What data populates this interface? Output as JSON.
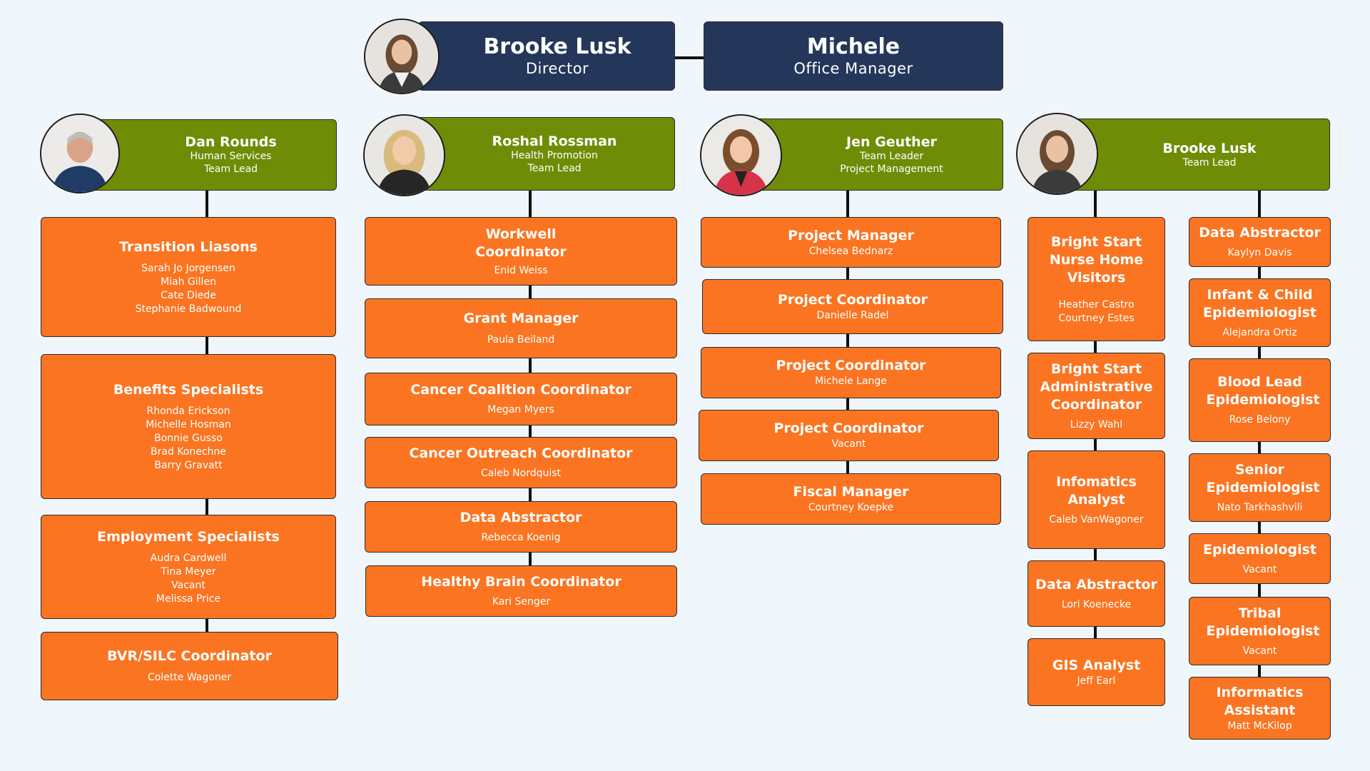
{
  "executives": [
    {
      "name": "Brooke Lusk",
      "title": "Director"
    },
    {
      "name": "Michele",
      "title": "Office Manager"
    }
  ],
  "teams": [
    {
      "lead": {
        "name": "Dan Rounds",
        "lines": [
          "Human Services",
          "Team Lead"
        ]
      },
      "roles": [
        {
          "title": "Transition Liasons",
          "names": [
            "Sarah Jo Jorgensen",
            "Miah Gillen",
            "Cate Diede",
            "Stephanie Badwound"
          ]
        },
        {
          "title": "Benefits Specialists",
          "names": [
            "Rhonda Erickson",
            "Michelle Hosman",
            "Bonnie Gusso",
            "Brad Konechne",
            "Barry Gravatt"
          ]
        },
        {
          "title": "Employment Specialists",
          "names": [
            "Audra Cardwell",
            "Tina Meyer",
            "Vacant",
            "Melissa Price"
          ]
        },
        {
          "title": "BVR/SILC Coordinator",
          "names": [
            "Colette Wagoner"
          ]
        }
      ]
    },
    {
      "lead": {
        "name": "Roshal Rossman",
        "lines": [
          "Health Promotion",
          "Team Lead"
        ]
      },
      "roles": [
        {
          "title": "Workwell Coordinator",
          "names": [
            "Enid Weiss"
          ]
        },
        {
          "title": "Grant Manager",
          "names": [
            "Paula Beiland"
          ]
        },
        {
          "title": "Cancer Coalition Coordinator",
          "names": [
            "Megan Myers"
          ]
        },
        {
          "title": "Cancer Outreach Coordinator",
          "names": [
            "Caleb Nordquist"
          ]
        },
        {
          "title": "Data Abstractor",
          "names": [
            "Rebecca Koenig"
          ]
        },
        {
          "title": "Healthy Brain Coordinator",
          "names": [
            "Kari Senger"
          ]
        }
      ]
    },
    {
      "lead": {
        "name": "Jen Geuther",
        "lines": [
          "Team Leader",
          "Project Management"
        ]
      },
      "roles": [
        {
          "title": "Project Manager",
          "names": [
            "Chelsea Bednarz"
          ]
        },
        {
          "title": "Project Coordinator",
          "names": [
            "Danielle Radel"
          ]
        },
        {
          "title": "Project Coordinator",
          "names": [
            "Michele Lange"
          ]
        },
        {
          "title": "Project Coordinator",
          "names": [
            "Vacant"
          ]
        },
        {
          "title": "Fiscal Manager",
          "names": [
            "Courtney Koepke"
          ]
        }
      ]
    },
    {
      "lead": {
        "name": "Brooke Lusk",
        "lines": [
          "Team Lead"
        ]
      },
      "roles_left": [
        {
          "title": "Bright Start Nurse Home Visitors",
          "names": [
            "Heather Castro",
            "Courtney Estes"
          ]
        },
        {
          "title": "Bright Start Administrative Coordinator",
          "names": [
            "Lizzy Wahl"
          ]
        },
        {
          "title": "Infomatics Analyst",
          "names": [
            "Caleb VanWagoner"
          ]
        },
        {
          "title": "Data Abstractor",
          "names": [
            "Lori Koenecke"
          ]
        },
        {
          "title": "GIS Analyst",
          "names": [
            "Jeff Earl"
          ]
        }
      ],
      "roles_right": [
        {
          "title": "Data Abstractor",
          "names": [
            "Kaylyn Davis"
          ]
        },
        {
          "title": "Infant & Child Epidemiologist",
          "names": [
            "Alejandra Ortiz"
          ]
        },
        {
          "title": "Blood Lead Epidemiologist",
          "names": [
            "Rose Belony"
          ]
        },
        {
          "title": "Senior Epidemiologist",
          "names": [
            "Nato Tarkhashvili"
          ]
        },
        {
          "title": "Epidemiologist",
          "names": [
            "Vacant"
          ]
        },
        {
          "title": "Tribal Epidemiologist",
          "names": [
            "Vacant"
          ]
        },
        {
          "title": "Informatics Assistant",
          "names": [
            "Matt McKilop"
          ]
        }
      ]
    }
  ],
  "colors": {
    "executive": "#24375a",
    "lead": "#6f8c06",
    "role": "#fb7421",
    "background": "#eff6fc"
  }
}
